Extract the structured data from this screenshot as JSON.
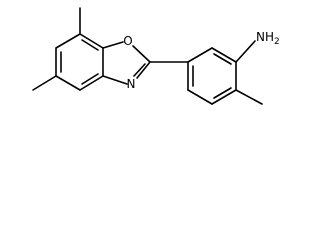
{
  "molecule": {
    "atoms": {
      "oxygen": "O",
      "nitrogen": "N",
      "amine": "NH",
      "amine_subscript": "2"
    }
  }
}
